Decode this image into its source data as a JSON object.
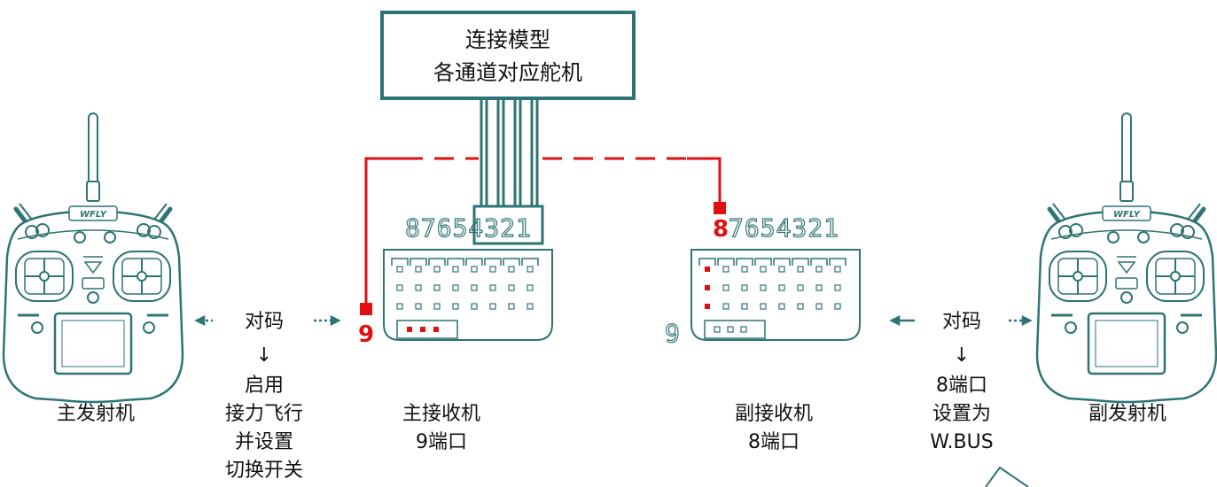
{
  "diagram": {
    "top_box": {
      "line1": "连接模型",
      "line2": "各通道对应舵机"
    },
    "main_transmitter": {
      "label": "主发射机",
      "brand": "WFLY"
    },
    "sub_transmitter": {
      "label": "副发射机",
      "brand": "WFLY"
    },
    "main_receiver": {
      "label_line1": "主接收机",
      "label_line2": "9端口",
      "channels": "87654321",
      "port9": "9"
    },
    "sub_receiver": {
      "label_line1": "副接收机",
      "label_line2": "8端口",
      "channels_rest": "7654321",
      "channel8": "8",
      "port9": "9"
    },
    "left_step": {
      "pair": "对码",
      "arrow": "↓",
      "lines": [
        "启用",
        "接力飞行",
        "并设置",
        "切换开关"
      ]
    },
    "right_step": {
      "pair": "对码",
      "arrow": "↓",
      "lines": [
        "8端口",
        "设置为",
        "W.BUS"
      ]
    },
    "colors": {
      "teal": "#2e7474",
      "red": "#e01010"
    }
  }
}
